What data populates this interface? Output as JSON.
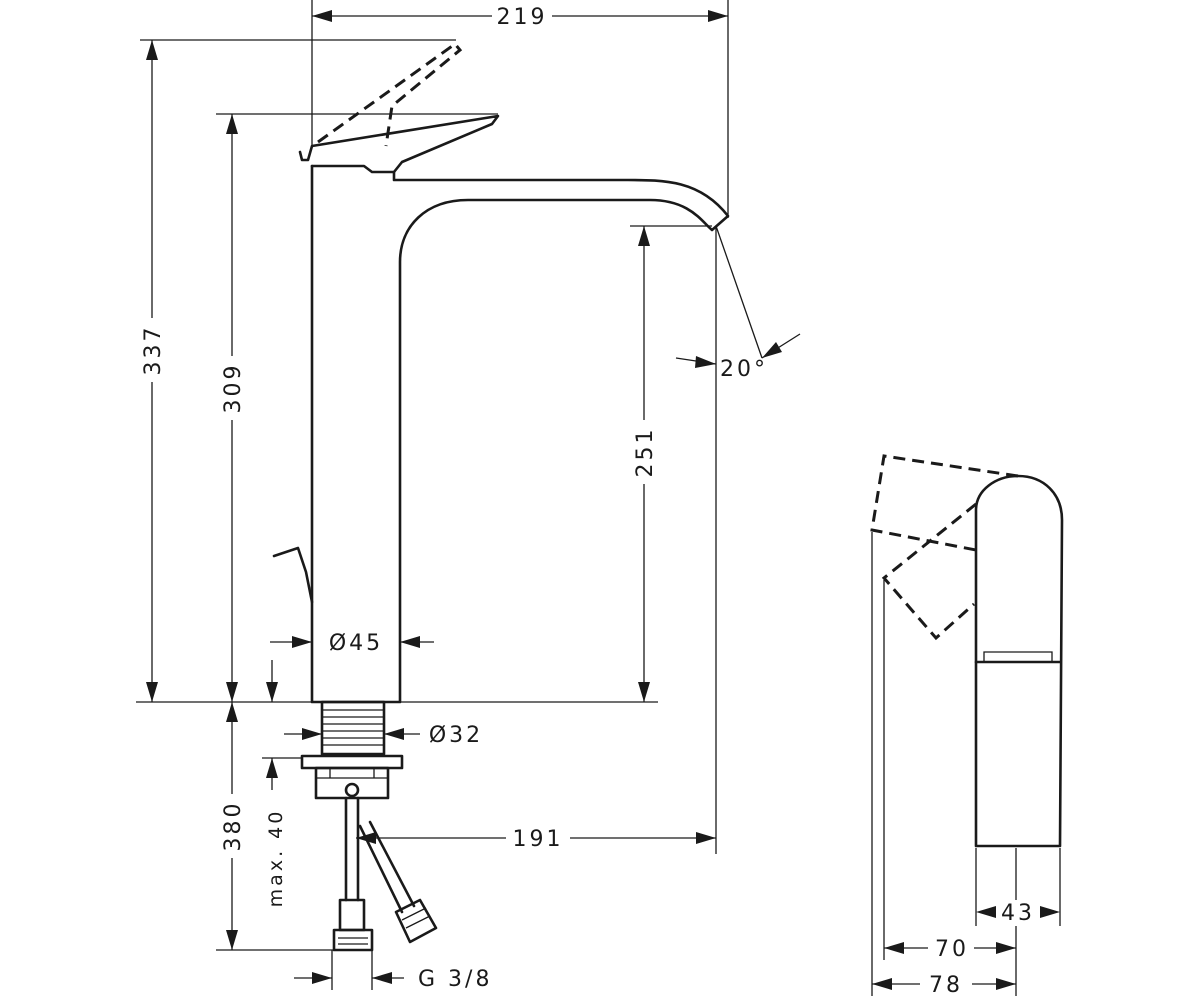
{
  "drawing": {
    "labels": {
      "width_219": "219",
      "height_337": "337",
      "height_309": "309",
      "height_251": "251",
      "angle_20": "20°",
      "dia_45": "Ø45",
      "dia_32": "Ø32",
      "depth_380": "380",
      "max_40": "max. 40",
      "reach_191": "191",
      "thread": "G 3/8",
      "side_43": "43",
      "side_70": "70",
      "side_78": "78"
    },
    "colors": {
      "line": "#1a1a1a",
      "background": "#ffffff"
    }
  }
}
